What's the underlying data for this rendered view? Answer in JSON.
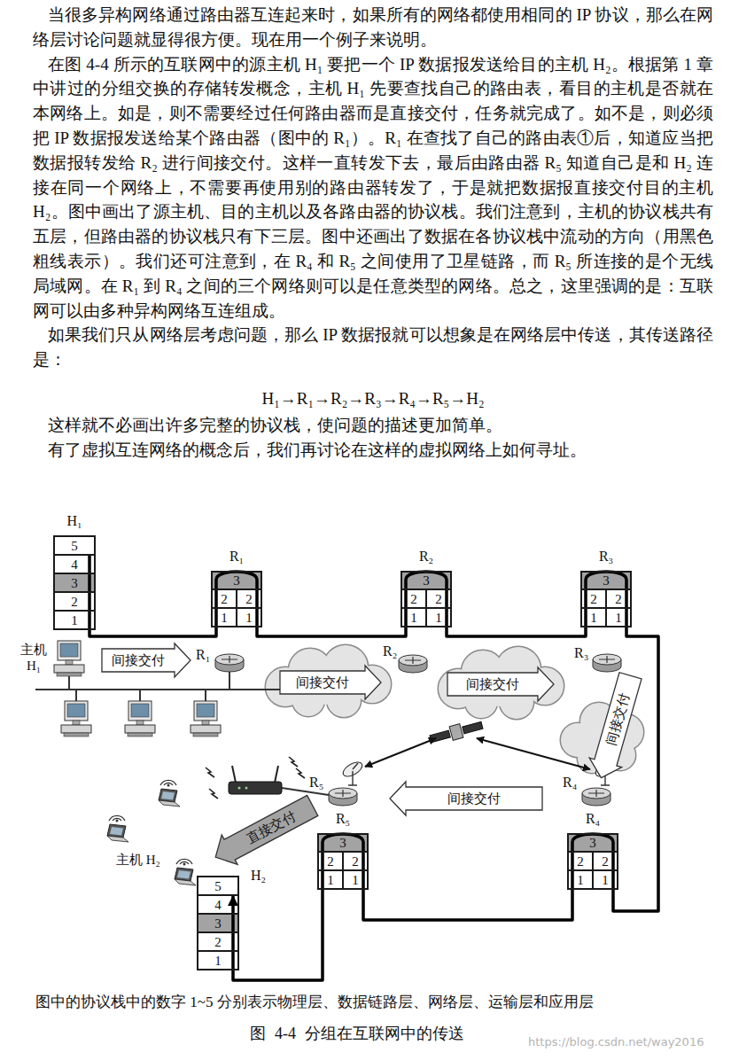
{
  "diagram": {
    "caption": "图 4-4 分组在互联网中的传送",
    "nodes": [
      {
        "text": [
          "H₁"
        ]
      },
      {
        "text": [
          "5"
        ],
        "in": 0
      },
      {
        "text": [
          "4"
        ],
        "in": 0
      },
      {
        "text": [
          "3"
        ],
        "in": 0
      },
      {
        "text": [
          "2"
        ],
        "in": 0
      },
      {
        "text": [
          "1"
        ],
        "in": 0
      },
      {
        "text": [
          "R₁"
        ]
      },
      {
        "text": [
          "3"
        ],
        "in": 6
      },
      {
        "text": [
          "2"
        ],
        "in": 6
      },
      {
        "text": [
          "2"
        ],
        "in": 6
      },
      {
        "text": [
          "1"
        ],
        "in": 6
      },
      {
        "text": [
          "1"
        ],
        "in": 6
      },
      {
        "text": [
          "R₂"
        ]
      },
      {
        "text": [
          "3"
        ],
        "in": 12
      },
      {
        "text": [
          "2"
        ],
        "in": 12
      },
      {
        "text": [
          "2"
        ],
        "in": 12
      },
      {
        "text": [
          "1"
        ],
        "in": 12
      },
      {
        "text": [
          "1"
        ],
        "in": 12
      },
      {
        "text": [
          "R₃"
        ]
      },
      {
        "text": [
          "3"
        ],
        "in": 18
      },
      {
        "text": [
          "2"
        ],
        "in": 18
      },
      {
        "text": [
          "2"
        ],
        "in": 18
      },
      {
        "text": [
          "1"
        ],
        "in": 18
      },
      {
        "text": [
          "1"
        ],
        "in": 18
      },
      {
        "text": [
          "间接交付"
        ]
      },
      {
        "text": [
          "间接交付"
        ]
      },
      {
        "text": [
          "间接交付"
        ]
      },
      {
        "text": [
          "间接交付"
        ]
      },
      {
        "text": [
          "间接交付"
        ]
      },
      {
        "text": [
          "直接交付"
        ]
      },
      {
        "text": [
          "R₅"
        ]
      },
      {
        "text": [
          "3"
        ],
        "in": 30
      },
      {
        "text": [
          "2"
        ],
        "in": 30
      },
      {
        "text": [
          "2"
        ],
        "in": 30
      },
      {
        "text": [
          "1"
        ],
        "in": 30
      },
      {
        "text": [
          "1"
        ],
        "in": 30
      },
      {
        "text": [
          "R₄"
        ]
      },
      {
        "text": [
          "3"
        ],
        "in": 36
      },
      {
        "text": [
          "2"
        ],
        "in": 36
      },
      {
        "text": [
          "2"
        ],
        "in": 36
      },
      {
        "text": [
          "1"
        ],
        "in": 36
      },
      {
        "text": [
          "1"
        ],
        "in": 36
      },
      {
        "text": [
          "H₂"
        ]
      },
      {
        "text": [
          "5"
        ],
        "in": 42
      },
      {
        "text": [
          "4"
        ],
        "in": 42
      },
      {
        "text": [
          "3"
        ],
        "in": 42
      },
      {
        "text": [
          "2"
        ],
        "in": 42
      },
      {
        "text": [
          "1"
        ],
        "in": 42
      }
    ],
    "edges": [
      {
        "from": 1,
        "to": 6,
        "arrow": "none"
      },
      {
        "from": 6,
        "to": 12,
        "arrow": "none"
      },
      {
        "from": 12,
        "to": 18,
        "arrow": "none"
      },
      {
        "from": 18,
        "to": 36,
        "arrow": "none"
      },
      {
        "from": 36,
        "to": 30,
        "arrow": "none"
      },
      {
        "from": 30,
        "to": 43,
        "arrow": "to"
      }
    ],
    "labels": [
      "当很多异构网络通过路由器互连起来时，如果所有的网络都使用相同的 IP 协议，那么在网络层讨论问题就显得很方便。现在用一个例子来说明。",
      "在图 4-4 所示的互联网中的源主机 H₁ 要把一个 IP 数据报发送给目的主机 H₂。根据第 1 章中讲过的分组交换的存储转发概念，主机 H₁ 先要查找自己的路由表，看目的主机是否就在本网络上。如是，则不需要经过任何路由器而是直接交付，任务就完成了。如不是，则必须把 IP 数据报发送给某个路由器（图中的 R₁）。R₁ 在查找了自己的路由表①后，知道应当把数据报转发给 R₂ 进行间接交付。这样一直转发下去，最后由路由器 R₅ 知道自己是和 H₂ 连接在同一个网络上，不需要再使用别的路由器转发了，于是就把数据报直接交付目的主机 H₂。图中画出了源主机、目的主机以及各路由器的协议栈。我们注意到，主机的协议栈共有五层，但路由器的协议栈只有下三层。图中还画出了数据在各协议栈中流动的方向（用黑色粗线表示）。我们还可注意到，在 R₄ 和 R₅ 之间使用了卫星链路，而 R₅ 所连接的是个无线局域网。在 R₁ 到 R₄ 之间的三个网络则可以是任意类型的网络。总之，这里强调的是：互联网可以由多种异构网络互连组成。",
      "如果我们只从网络层考虑问题，那么 IP 数据报就可以想象是在网络层中传送，其传送路径是：",
      "H₁→R₁→R₂→R₃→R₄→R₅→H₂",
      "这样就不必画出许多完整的协议栈，使问题的描述更加简单。",
      "有了虚拟互连网络的概念后，我们再讨论在这样的虚拟网络上如何寻址。",
      "主机 H₁",
      "R₁",
      "R₂",
      "R₃",
      "R₅",
      "R₄",
      "主机 H₂",
      "图中的协议栈中的数字 1~5 分别表示物理层、数据链路层、网络层、运输层和应用层",
      "https://blog.csdn.net/way2016"
    ]
  }
}
